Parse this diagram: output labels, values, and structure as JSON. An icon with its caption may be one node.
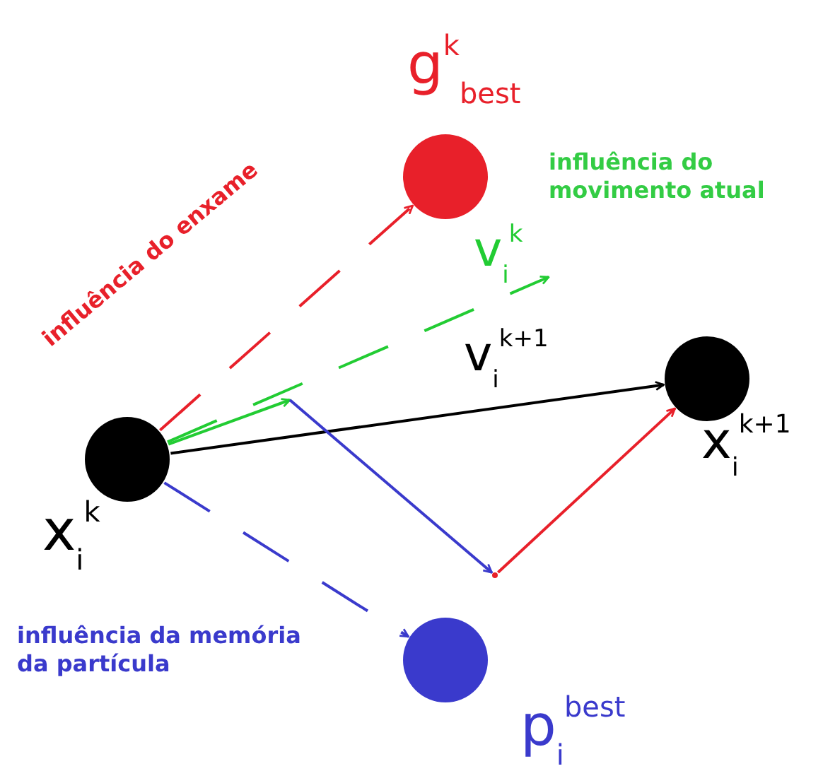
{
  "diagram": {
    "nodes": [
      {
        "text": [],
        "shape": "circle",
        "beside": [
          "x$_{i}$$^{k}$"
        ]
      },
      {
        "text": [],
        "shape": "circle",
        "beside": [
          "g$^{k}$$_{best}$"
        ]
      },
      {
        "text": [],
        "shape": "circle",
        "beside": [
          "x$_{i}$$^{k+1}$"
        ]
      },
      {
        "text": [],
        "shape": "circle",
        "beside": [
          "p$_{i}$$^{best}$"
        ]
      },
      {
        "text": [],
        "shape": "point"
      }
    ],
    "edges": [
      {
        "from": 0,
        "to": 1,
        "arrow": "to",
        "style": "dashed",
        "color": "#e8202a"
      },
      {
        "from": 0,
        "to": null,
        "arrow": "to",
        "style": "dashed",
        "color": "#22cc33",
        "label": "v$_{i}$$^{k}$"
      },
      {
        "from": 0,
        "to": 2,
        "arrow": "to",
        "color": "#000000",
        "label": "v$_{i}$$^{k+1}$"
      },
      {
        "from": 0,
        "to": 3,
        "arrow": "to",
        "style": "dashed",
        "color": "#3a3acc"
      },
      {
        "from": 0,
        "to": null,
        "arrow": "to",
        "color": "#22cc33"
      },
      {
        "from": null,
        "to": 4,
        "arrow": "to",
        "color": "#3a3acc"
      },
      {
        "from": 4,
        "to": 2,
        "arrow": "to",
        "color": "#e8202a"
      }
    ],
    "labels": [
      "influência do enxame",
      "influência do movimento atual",
      "influência da memória da partícula"
    ]
  }
}
